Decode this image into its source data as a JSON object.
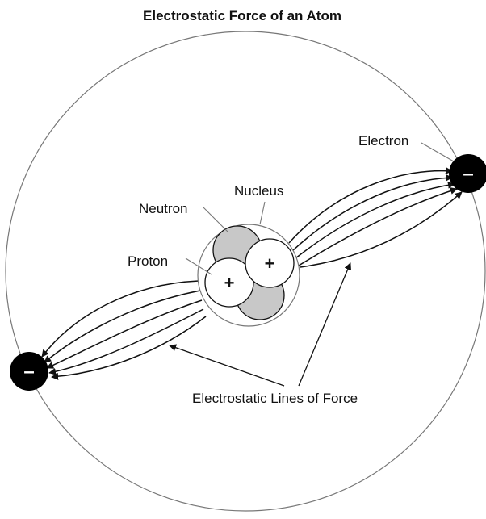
{
  "title": "Electrostatic Force of an Atom",
  "labels": {
    "electron": "Electron",
    "nucleus": "Nucleus",
    "neutron": "Neutron",
    "proton": "Proton",
    "lines_of_force": "Electrostatic Lines of Force"
  },
  "symbols": {
    "proton_charge": "+",
    "electron_charge": "–"
  },
  "colors": {
    "line": "#111111",
    "neutron_fill": "#c8c8c8",
    "proton_fill": "#ffffff",
    "electron_fill": "#000000",
    "orbit": "#777777"
  }
}
